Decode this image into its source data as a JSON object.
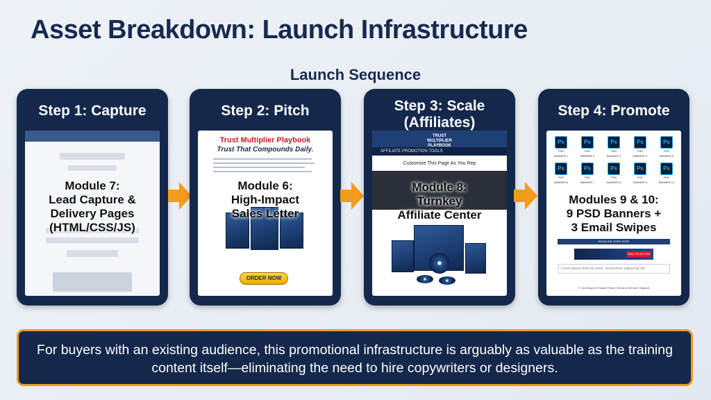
{
  "page": {
    "title": "Asset Breakdown: Launch Infrastructure",
    "subtitle": "Launch Sequence"
  },
  "steps": [
    {
      "title": "Step 1: Capture",
      "caption": "Module 7:\nLead Capture &\nDelivery Pages\n(HTML/CSS/JS)"
    },
    {
      "title": "Step 2: Pitch",
      "caption": "Module 6:\nHigh-Impact\nSales Letter",
      "mockup": {
        "heading": "Trust Multiplier Playbook",
        "tagline": "Trust That Compounds Daily.",
        "order_button": "ORDER NOW"
      }
    },
    {
      "title": "Step 3: Scale\n(Affiliates)",
      "caption": "Module 8:\nTurnkey\nAffiliate Center",
      "mockup": {
        "brand": "TRUST\nMULTIPLIER\nPLAYBOOK",
        "strip": "AFFILIATE PROMOTION TOOLS",
        "customize": "Customize This Page As You Rep"
      }
    },
    {
      "title": "Step 4: Promote",
      "caption": "Modules 9 & 10:\n9 PSD Banners +\n3 Email Swipes",
      "mockup": {
        "ps_icon": "Ps",
        "ps_file": "PSD",
        "banners": [
          "BANNER 1",
          "BANNER 2",
          "BANNER 3",
          "BANNER 4",
          "BANNER 5",
          "BANNER 6",
          "BANNER 7",
          "BANNER 8",
          "BANNER 9",
          "BANNER 10"
        ],
        "email_heading": "HEADLINE GOES HERE",
        "cta": "CALL TO ACTION",
        "email_body": "Lorem ipsum dolor sit amet, consectetur adipiscing elit.",
        "footer": "© Your Brand  |  Privacy Policy  |  Terms of Service  |  Support"
      }
    }
  ],
  "callout": {
    "text": "For buyers with an existing audience, this promotional infrastructure is arguably as valuable as the training content itself—eliminating the need to hire copywriters or designers."
  },
  "colors": {
    "card": "#14284c",
    "arrow": "#f39b1c",
    "background": "#e9eef5",
    "title": "#172a4f"
  },
  "icons": [
    "arrow-right-icon",
    "photoshop-file-icon"
  ]
}
